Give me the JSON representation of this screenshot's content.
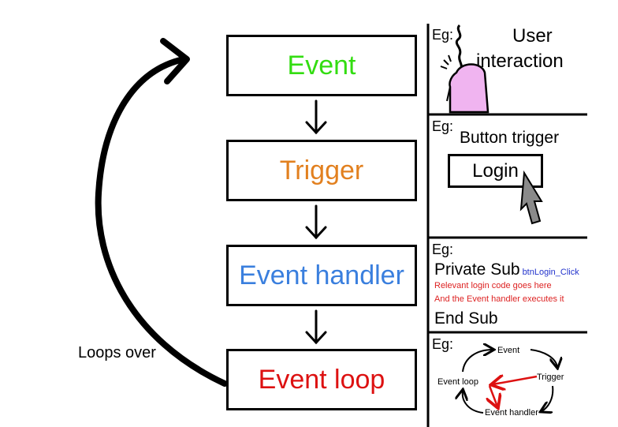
{
  "flow": {
    "steps": [
      {
        "label": "Event",
        "color": "#33dd11"
      },
      {
        "label": "Trigger",
        "color": "#e2801f"
      },
      {
        "label": "Event handler",
        "color": "#3a7fde"
      },
      {
        "label": "Event loop",
        "color": "#dd1111"
      }
    ],
    "loop_label": "Loops over"
  },
  "examples": {
    "eg_label": "Eg:",
    "panel1": {
      "title_line1": "User",
      "title_line2": "interaction",
      "mouse_color": "#f0b4f0"
    },
    "panel2": {
      "title": "Button trigger",
      "button_label": "Login"
    },
    "panel3": {
      "line1": "Private Sub",
      "handler_name": "btnLogin_Click",
      "comment1": "Relevant login code goes here",
      "comment2": "And the Event handler executes it",
      "end": "End Sub",
      "handler_color": "#2233cc",
      "comment_color": "#dd2222"
    },
    "panel4": {
      "event": "Event",
      "trigger": "Trigger",
      "event_handler": "Event handler",
      "event_loop": "Event loop"
    }
  }
}
